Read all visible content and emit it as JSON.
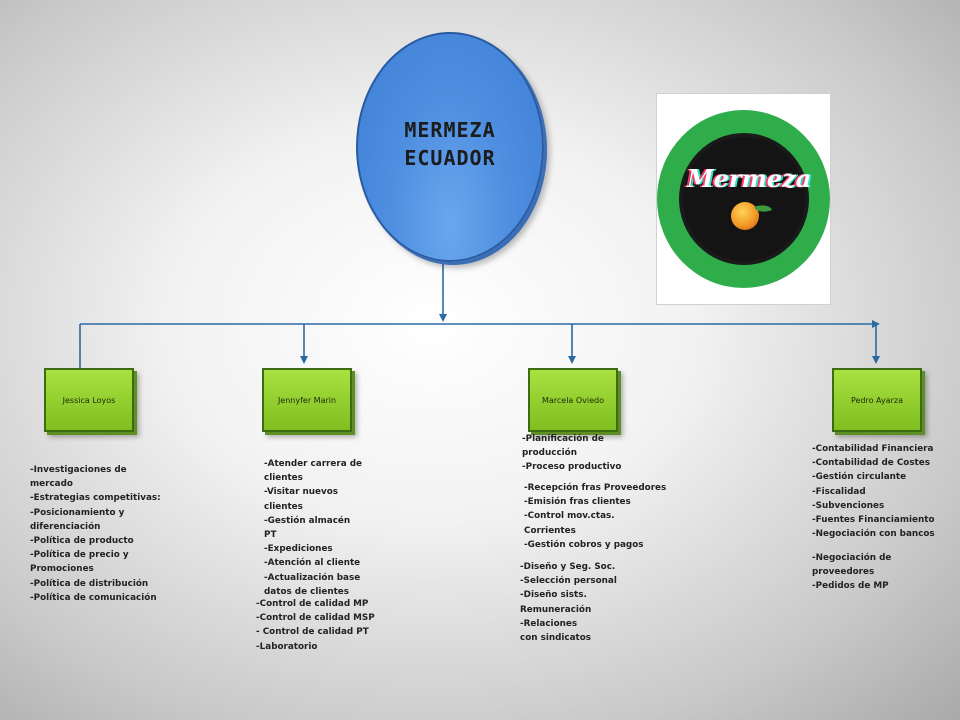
{
  "title": "MERMEZA\nECUADOR",
  "logo": {
    "label": "Mermeza",
    "colors": {
      "ring": "#2fad4a",
      "inner": "#141414"
    },
    "icon": "mermeza-logo-icon"
  },
  "colors": {
    "root_fill": "#4f8fe0",
    "node_fill": "#8fcf2a",
    "connector": "#2a6aa3"
  },
  "nodes": [
    {
      "name": "Jessica Loyos"
    },
    {
      "name": "Jennyfer Marin"
    },
    {
      "name": "Marcela Oviedo"
    },
    {
      "name": "Pedro Ayarza"
    }
  ],
  "tasks": {
    "jessica": "-Investigaciones de\nmercado\n-Estrategias competitivas:\n-Posicionamiento y\ndiferenciación\n-Política de producto\n-Política de precio y\nPromociones\n-Política de distribución\n-Política de comunicación",
    "jennyfer": "-Atender carrera de\nclientes\n-Visitar nuevos\nclientes\n-Gestión almacén\nPT\n-Expediciones\n-Atención al cliente\n-Actualización base\ndatos de clientes",
    "jennyfer_quality": "-Control de calidad MP\n-Control de calidad MSP\n- Control de calidad PT\n-Laboratorio",
    "marcela_prod": "-Planificación de\nproducción\n-Proceso productivo",
    "marcela_fin": "-Recepción fras Proveedores\n-Emisión fras clientes\n-Control mov.ctas.\nCorrientes\n-Gestión cobros y pagos",
    "marcela_hr": "-Diseño y Seg. Soc.\n-Selección personal\n-Diseño sists.\nRemuneración\n-Relaciones\ncon sindicatos",
    "pedro": "-Contabilidad Financiera\n-Contabilidad de Costes\n-Gestión circulante\n-Fiscalidad\n-Subvenciones\n-Fuentes Financiamiento\n-Negociación con bancos",
    "pedro_supply": "-Negociación de\nproveedores\n-Pedidos de MP"
  }
}
